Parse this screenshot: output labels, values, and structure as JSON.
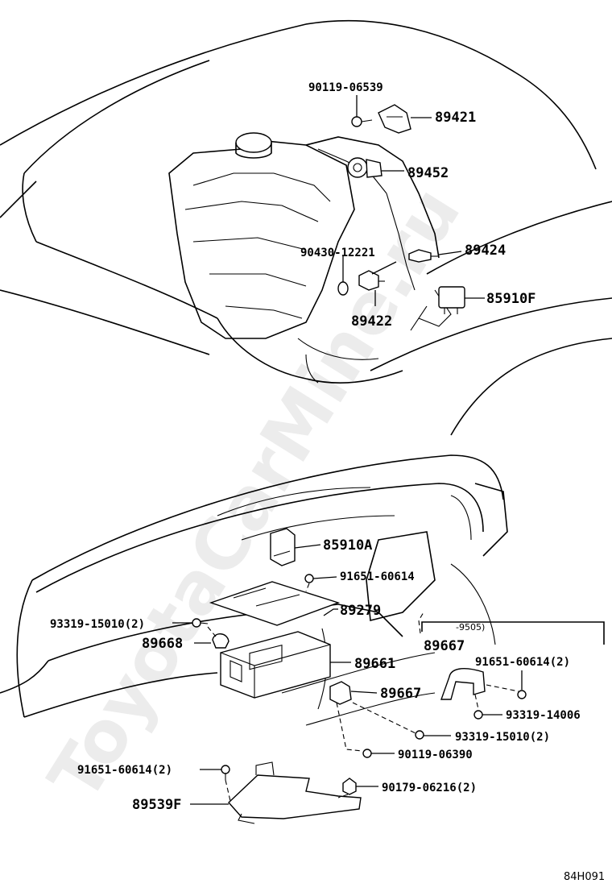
{
  "watermark": "ToyotaCarMine.ru",
  "drawing_code": "84H091",
  "bracket_note": "-9505)",
  "labels": {
    "p90119_06539": "90119-06539",
    "p89421": "89421",
    "p89452": "89452",
    "p90430_12221": "90430-12221",
    "p89424": "89424",
    "p85910F": "85910F",
    "p89422": "89422",
    "p85910A": "85910A",
    "p91651_60614": "91651-60614",
    "p89279": "89279",
    "p93319_15010_2a": "93319-15010(2)",
    "p89668": "89668",
    "p89667_inset": "89667",
    "p91651_60614_2a": "91651-60614(2)",
    "p89661": "89661",
    "p89667": "89667",
    "p93319_14006": "93319-14006",
    "p93319_15010_2b": "93319-15010(2)",
    "p90119_06390": "90119-06390",
    "p91651_60614_2b": "91651-60614(2)",
    "p90179_06216_2": "90179-06216(2)",
    "p89539F": "89539F"
  }
}
